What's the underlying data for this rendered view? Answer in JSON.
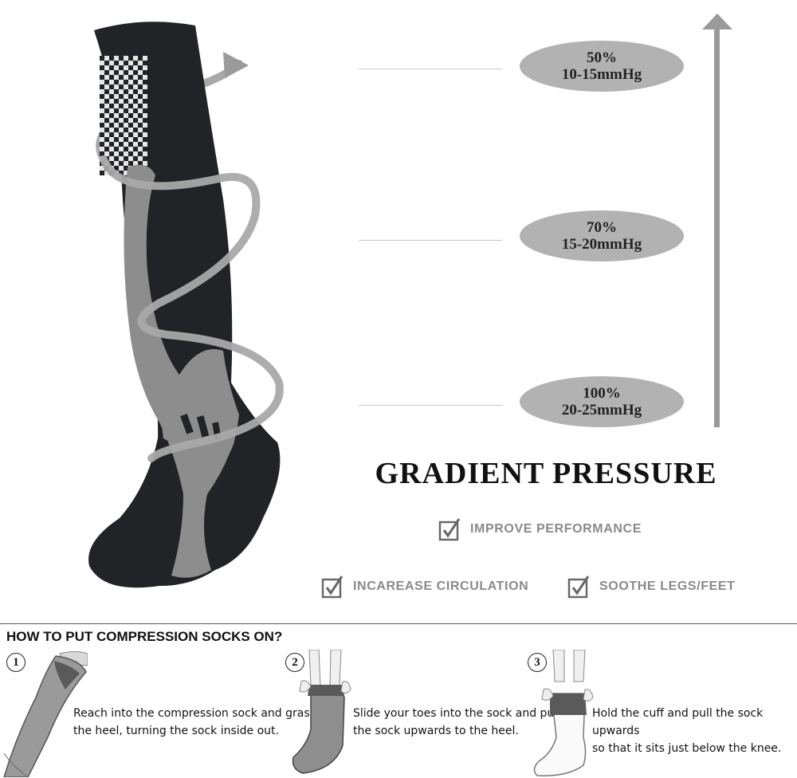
{
  "pressure_zones": [
    {
      "percent": "50%",
      "pressure": "10-15mmHg"
    },
    {
      "percent": "70%",
      "pressure": "15-20mmHg"
    },
    {
      "percent": "100%",
      "pressure": "20-25mmHg"
    }
  ],
  "title": "GRADIENT PRESSURE",
  "benefits": [
    {
      "label": "IMPROVE PERFORMANCE"
    },
    {
      "label": "INCAREASE CIRCULATION"
    },
    {
      "label": "SOOTHE LEGS/FEET"
    }
  ],
  "howto": {
    "title": "HOW TO PUT COMPRESSION SOCKS ON?",
    "steps": [
      {
        "number": "1",
        "line1": "Reach into the compression sock and grasp",
        "line2": "the heel, turning the sock inside out."
      },
      {
        "number": "2",
        "line1": "Slide your toes into the sock and pull",
        "line2": "the sock upwards to the heel."
      },
      {
        "number": "3",
        "line1": "Hold the cuff and pull the sock upwards",
        "line2": "so that it sits just below the knee."
      }
    ]
  },
  "colors": {
    "sock_black": "#222326",
    "sock_gray": "#8d8d8d",
    "pill_gray": "#b2b2b2",
    "arrow_gray": "#9a9a9a"
  },
  "icons": [
    "check-box-icon",
    "up-arrow-icon",
    "spiral-arrow-icon",
    "circled-number-icon"
  ]
}
